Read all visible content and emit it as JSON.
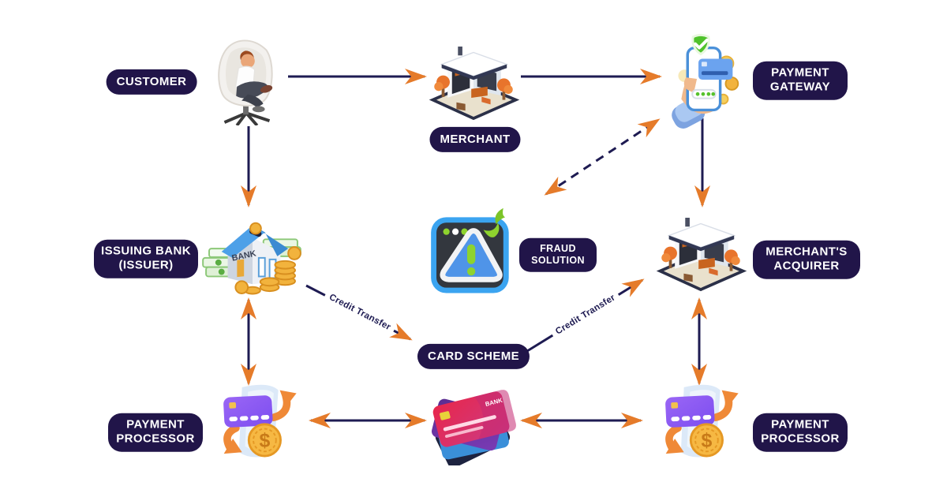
{
  "colors": {
    "background": "#ffffff",
    "pill_background": "#211549",
    "pill_text": "#ffffff",
    "connector_line": "#1e1b52",
    "arrowhead": "#e57b2a"
  },
  "nodes": {
    "customer": {
      "label": "CUSTOMER"
    },
    "merchant": {
      "label": "MERCHANT"
    },
    "payment_gateway": {
      "label": "PAYMENT GATEWAY"
    },
    "issuing_bank": {
      "label": "ISSUING BANK (ISSUER)"
    },
    "fraud_solution": {
      "label": "FRAUD SOLUTION"
    },
    "merchants_acquirer": {
      "label": "MERCHANT'S ACQUIRER"
    },
    "card_scheme": {
      "label": "CARD SCHEME"
    },
    "payment_processor_left": {
      "label": "PAYMENT PROCESSOR"
    },
    "payment_processor_right": {
      "label": "PAYMENT PROCESSOR"
    }
  },
  "edge_labels": {
    "issuer_to_scheme": "Credit Transfer",
    "scheme_to_acquirer": "Credit Transfer"
  },
  "illustration_text": {
    "bank_sign": "BANK",
    "card_brand": "BANK",
    "dollar": "$"
  },
  "connections": [
    {
      "from": "CUSTOMER",
      "to": "MERCHANT",
      "style": "solid",
      "direction": "one-way"
    },
    {
      "from": "MERCHANT",
      "to": "PAYMENT GATEWAY",
      "style": "solid",
      "direction": "one-way"
    },
    {
      "from": "CUSTOMER",
      "to": "ISSUING BANK (ISSUER)",
      "style": "solid",
      "direction": "one-way"
    },
    {
      "from": "PAYMENT GATEWAY",
      "to": "MERCHANT'S ACQUIRER",
      "style": "solid",
      "direction": "one-way"
    },
    {
      "from": "PAYMENT GATEWAY",
      "to": "FRAUD SOLUTION",
      "style": "dashed",
      "direction": "two-way"
    },
    {
      "from": "ISSUING BANK (ISSUER)",
      "to": "CARD SCHEME",
      "style": "solid",
      "direction": "one-way",
      "label": "Credit Transfer"
    },
    {
      "from": "CARD SCHEME",
      "to": "MERCHANT'S ACQUIRER",
      "style": "solid",
      "direction": "one-way",
      "label": "Credit Transfer"
    },
    {
      "from": "ISSUING BANK (ISSUER)",
      "to": "PAYMENT PROCESSOR (left)",
      "style": "solid",
      "direction": "two-way"
    },
    {
      "from": "MERCHANT'S ACQUIRER",
      "to": "PAYMENT PROCESSOR (right)",
      "style": "solid",
      "direction": "two-way"
    },
    {
      "from": "PAYMENT PROCESSOR (left)",
      "to": "CARD SCHEME",
      "style": "solid",
      "direction": "two-way"
    },
    {
      "from": "PAYMENT PROCESSOR (right)",
      "to": "CARD SCHEME",
      "style": "solid",
      "direction": "two-way"
    }
  ]
}
